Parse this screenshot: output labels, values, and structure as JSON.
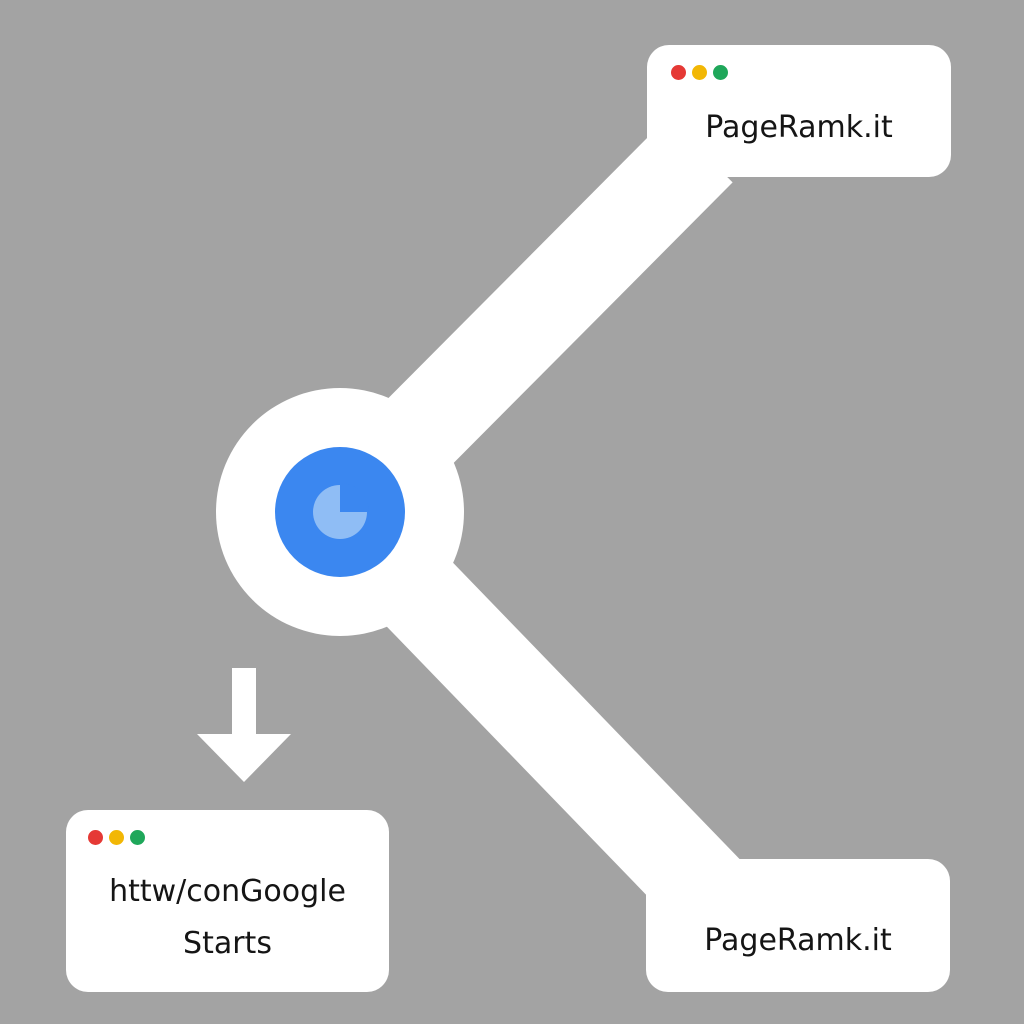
{
  "colors": {
    "background": "#a3a3a3",
    "connector": "#ffffff",
    "hub": "#3b87f0",
    "hub_icon": "#8fbdf5",
    "dot_red": "#e53935",
    "dot_yellow": "#f2b705",
    "dot_green": "#1fa75a"
  },
  "hub": {
    "icon": "clock-icon"
  },
  "nodes": {
    "top_right": {
      "label": "PageRamk.it"
    },
    "bottom_right": {
      "label": "PageRamk.it"
    },
    "bottom_left": {
      "line1": "httw/conGoogle",
      "line2": "Starts"
    }
  },
  "arrow": {
    "icon": "arrow-down-icon"
  }
}
